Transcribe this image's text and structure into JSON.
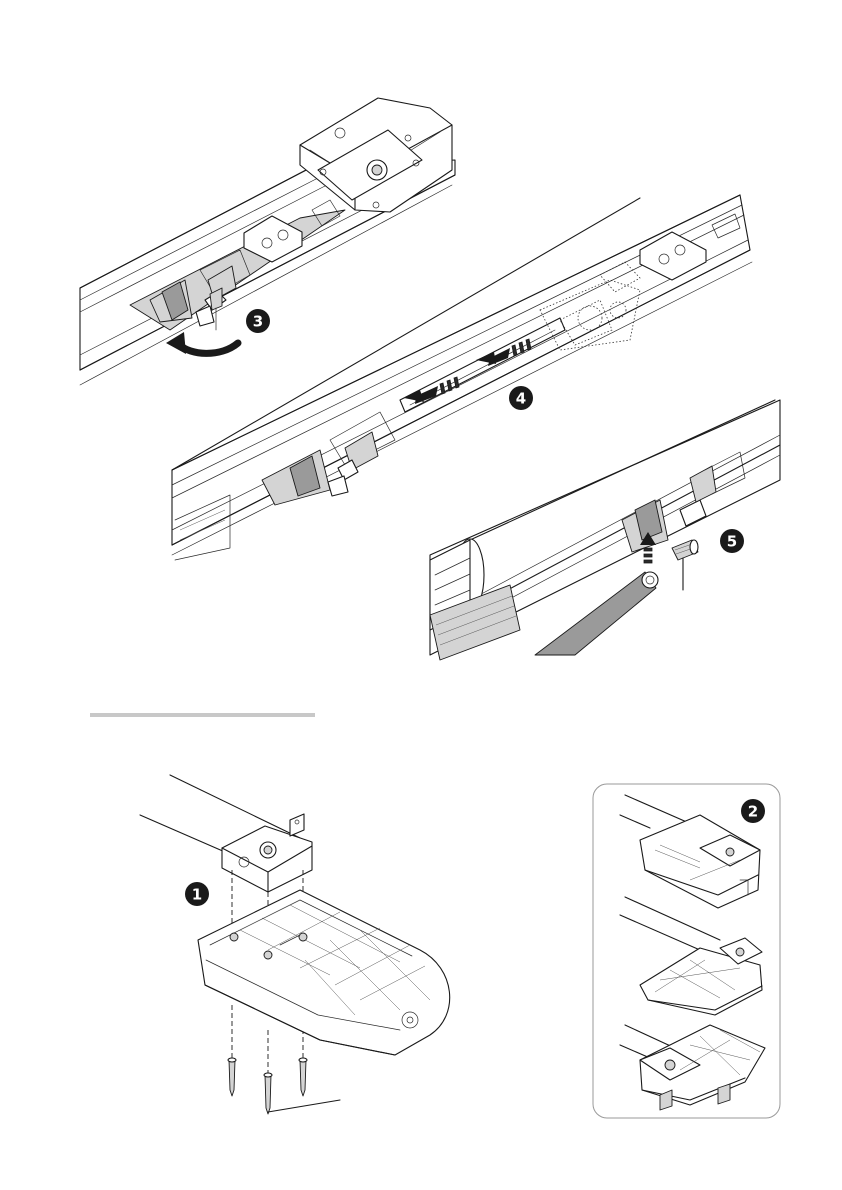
{
  "figure": {
    "step_markers": [
      {
        "id": "step-3",
        "label": "3"
      },
      {
        "id": "step-4",
        "label": "4"
      },
      {
        "id": "step-5",
        "label": "5"
      },
      {
        "id": "step-2",
        "label": "2"
      },
      {
        "id": "step-1",
        "label": "1"
      }
    ],
    "colors": {
      "line": "#1a1a1a",
      "marker_fill": "#1a1a1a",
      "marker_text": "#ffffff",
      "section_rule": "#c8c8c8",
      "inset_border": "#9a9a9a",
      "arm_fill": "#9a9a9a"
    }
  }
}
